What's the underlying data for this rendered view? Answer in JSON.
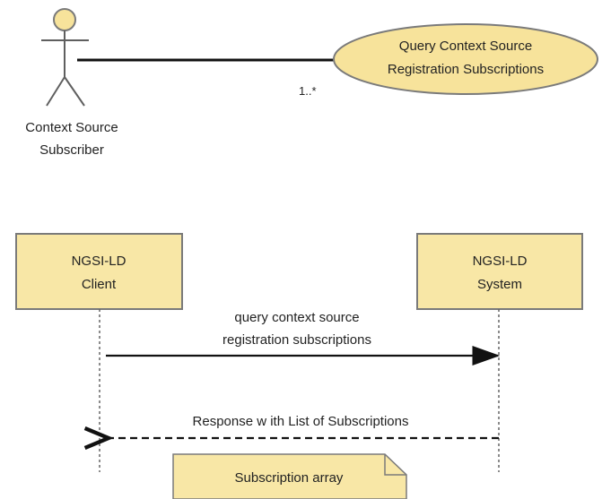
{
  "use_case_diagram": {
    "actor": {
      "name_line1": "Context Source",
      "name_line2": "Subscriber"
    },
    "use_case": {
      "label_line1": "Query Context Source",
      "label_line2": "Registration Subscriptions"
    },
    "multiplicity": "1..*"
  },
  "sequence_diagram": {
    "client": {
      "line1": "NGSI-LD",
      "line2": "Client"
    },
    "system": {
      "line1": "NGSI-LD",
      "line2": "System"
    },
    "request_message": {
      "line1": "query context source",
      "line2": "registration subscriptions"
    },
    "response_message": "Response w ith List of Subscriptions",
    "note": "Subscription array"
  },
  "colors": {
    "fill_yellow": "#f7e39b",
    "box_fill": "#f8e7a6",
    "stroke": "#6f6f6f",
    "line": "#111111",
    "text": "#222222"
  }
}
